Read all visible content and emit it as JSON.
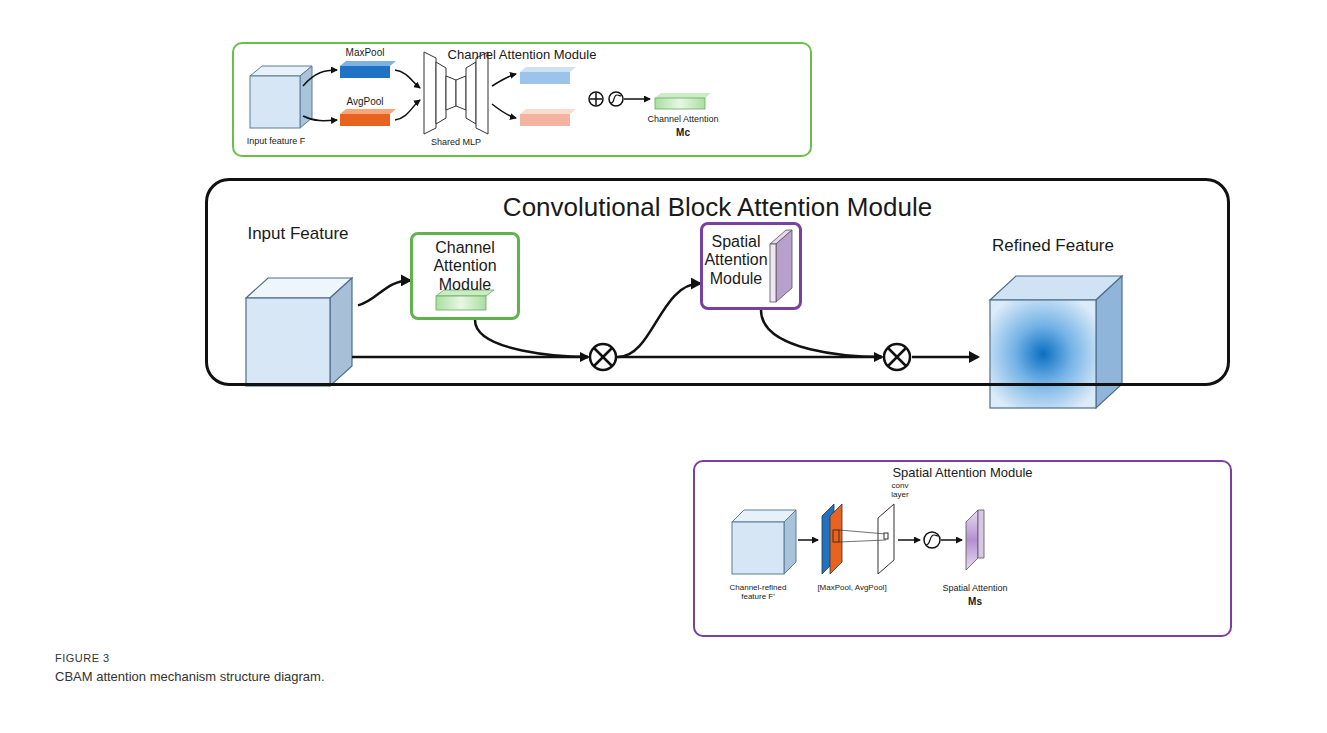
{
  "diagram": {
    "caption": "CBAM attention mechanism structure diagram.",
    "nodes": [
      {
        "text": [
          "Channel Attention Module"
        ]
      },
      {
        "text": [
          "Convolutional Block Attention Module"
        ]
      },
      {
        "text": [
          "Input Feature"
        ],
        "in": 1
      },
      {
        "text": [
          "Channel Attention Module"
        ],
        "in": 1
      },
      {
        "text": [
          "Spatial Attention Module"
        ],
        "in": 1
      },
      {
        "text": [
          "Refined Feature"
        ],
        "in": 1
      },
      {
        "text": [
          "Spatial Attention Module"
        ]
      }
    ],
    "edges": [
      {
        "from": 2,
        "to": 3,
        "arrow": "to"
      },
      {
        "from": 3,
        "to": 4,
        "arrow": "to"
      },
      {
        "from": 4,
        "to": 5,
        "arrow": "to"
      }
    ],
    "labels": [
      "MaxPool",
      "AvgPool",
      "Shared MLP",
      "Input feature F",
      "Channel Attention",
      "Mc",
      "Channel-refined feature F'",
      "[MaxPool, AvgPool]",
      "conv layer",
      "Spatial Attention",
      "Ms",
      "FIGURE 3"
    ]
  }
}
